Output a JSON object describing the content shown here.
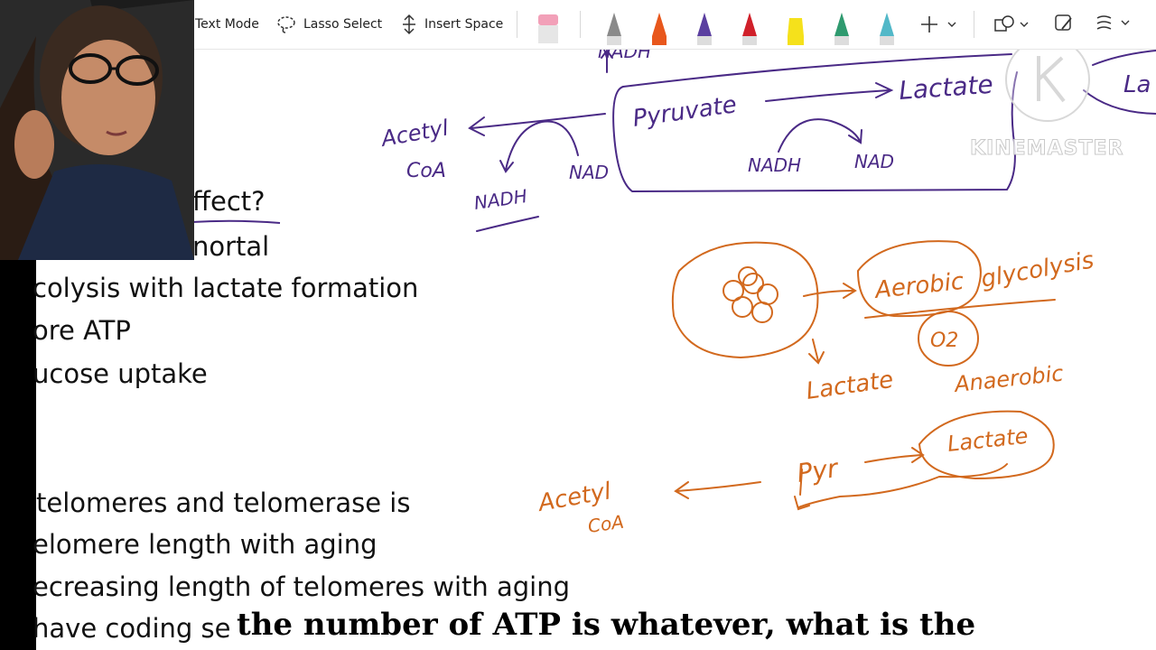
{
  "toolbar": {
    "text_mode_label": "Text Mode",
    "lasso_select_label": "Lasso Select",
    "insert_space_label": "Insert Space",
    "icons": [
      "text-mode-icon",
      "lasso-icon",
      "insert-space-icon",
      "eraser-icon",
      "pen-icon",
      "add-icon",
      "shapes-icon",
      "ink-to-shape-icon",
      "ink-options-icon"
    ],
    "pen_colors": [
      "#8a8a8a",
      "#e8571c",
      "#5b3fa0",
      "#d0202a",
      "#f5e11b",
      "#2f9a6f",
      "#52b8c8"
    ]
  },
  "slide_lines": [
    "ffect?",
    "nortal",
    "colysis with lactate formation",
    "ore ATP",
    "ucose uptake",
    "telomeres and telomerase is",
    "elomere length with aging",
    "ecreasing length of telomeres with aging",
    "have coding se"
  ],
  "ink_purple": {
    "top_fragment": "NADH",
    "pyruvate": "Pyruvate",
    "lactate": "Lactate",
    "acetyl": "Acetyl",
    "coa": "CoA",
    "nadh_left": "NADH",
    "nad_left": "NAD",
    "nadh_right": "NADH",
    "nad_right": "NAD",
    "right_fragment": "La"
  },
  "ink_orange": {
    "aerobic": "Aerobic",
    "glycolysis": "glycolysis",
    "o2": "O2",
    "lactate_1": "Lactate",
    "anaerobic": "Anaerobic",
    "pyr": "Pyr",
    "lactate_2": "Lactate",
    "acetyl": "Acetyl",
    "coa": "CoA"
  },
  "colors": {
    "ink_purple": "#4a2a86",
    "ink_orange": "#d2691e"
  },
  "watermark": "KINEMASTER",
  "caption": "the number of ATP is whatever, what is the"
}
